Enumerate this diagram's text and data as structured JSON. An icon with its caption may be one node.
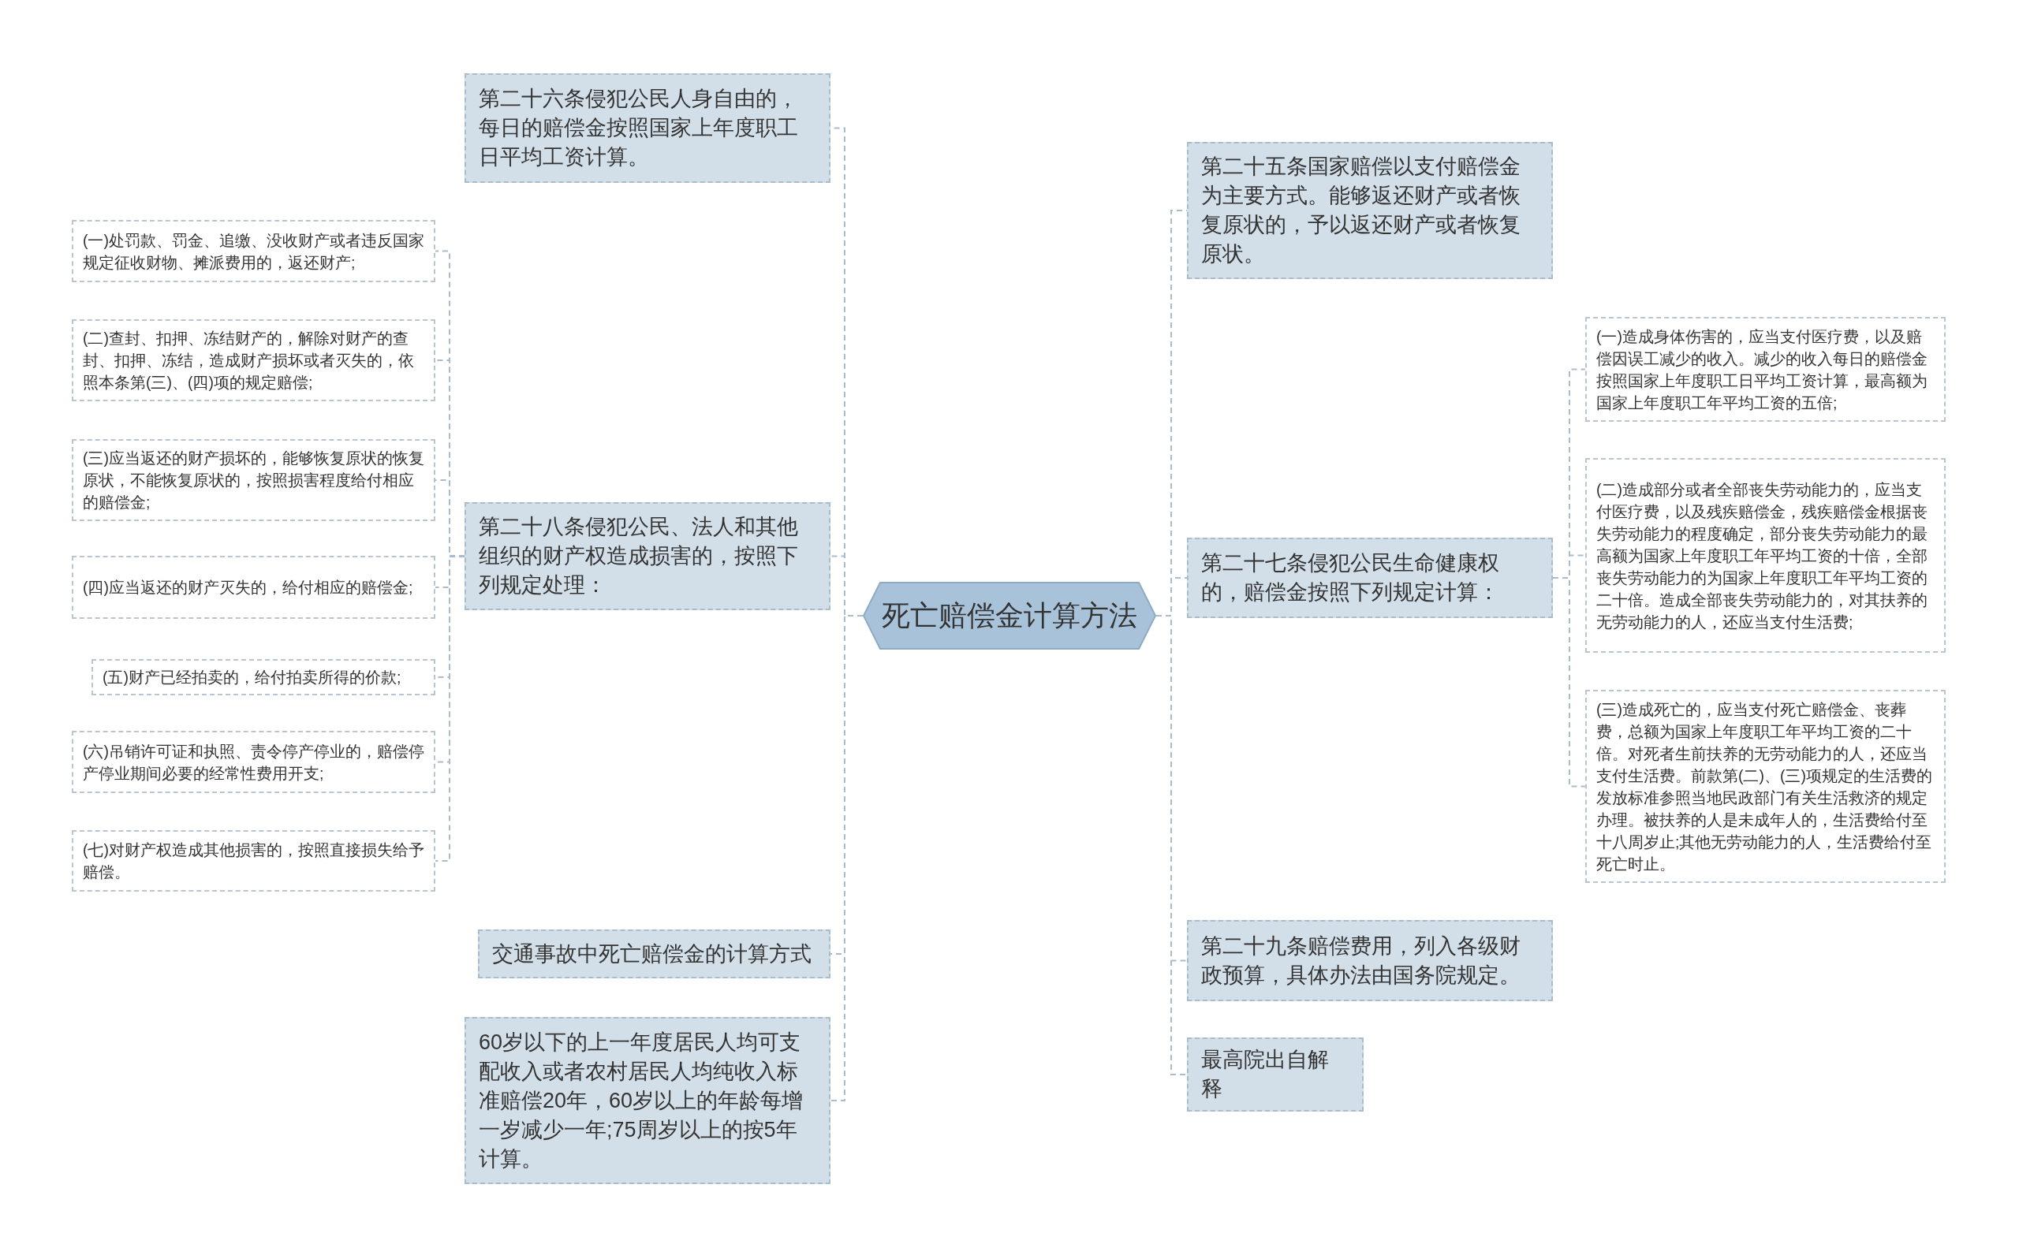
{
  "diagram": {
    "nodes": [
      {
        "text": [
          "死亡赔偿金计算方法"
        ]
      },
      {
        "text": [
          "第二十六条侵犯公民人身自由的，每日的赔偿金按照国家上年度职工日平均工资计算。"
        ]
      },
      {
        "text": [
          "第二十八条侵犯公民、法人和其他组织的财产权造成损害的，按照下列规定处理："
        ]
      },
      {
        "text": [
          "(一)处罚款、罚金、追缴、没收财产或者违反国家规定征收财物、摊派费用的，返还财产;"
        ]
      },
      {
        "text": [
          "(二)查封、扣押、冻结财产的，解除对财产的查封、扣押、冻结，造成财产损坏或者灭失的，依照本条第(三)、(四)项的规定赔偿;"
        ]
      },
      {
        "text": [
          "(三)应当返还的财产损坏的，能够恢复原状的恢复原状，不能恢复原状的，按照损害程度给付相应的赔偿金;"
        ]
      },
      {
        "text": [
          "(四)应当返还的财产灭失的，给付相应的赔偿金;"
        ]
      },
      {
        "text": [
          "(五)财产已经拍卖的，给付拍卖所得的价款;"
        ]
      },
      {
        "text": [
          "(六)吊销许可证和执照、责令停产停业的，赔偿停产停业期间必要的经常性费用开支;"
        ]
      },
      {
        "text": [
          "(七)对财产权造成其他损害的，按照直接损失给予赔偿。"
        ]
      },
      {
        "text": [
          "交通事故中死亡赔偿金的计算方式"
        ]
      },
      {
        "text": [
          "60岁以下的上一年度居民人均可支配收入或者农村居民人均纯收入标准赔偿20年，60岁以上的年龄每增一岁减少一年;75周岁以上的按5年计算。"
        ]
      },
      {
        "text": [
          "第二十五条国家赔偿以支付赔偿金为主要方式。能够返还财产或者恢复原状的，予以返还财产或者恢复原状。"
        ]
      },
      {
        "text": [
          "第二十七条侵犯公民生命健康权的，赔偿金按照下列规定计算："
        ]
      },
      {
        "text": [
          "(一)造成身体伤害的，应当支付医疗费，以及赔偿因误工减少的收入。减少的收入每日的赔偿金按照国家上年度职工日平均工资计算，最高额为国家上年度职工年平均工资的五倍;"
        ]
      },
      {
        "text": [
          "(二)造成部分或者全部丧失劳动能力的，应当支付医疗费，以及残疾赔偿金，残疾赔偿金根据丧失劳动能力的程度确定，部分丧失劳动能力的最高额为国家上年度职工年平均工资的十倍，全部丧失劳动能力的为国家上年度职工年平均工资的二十倍。造成全部丧失劳动能力的，对其扶养的无劳动能力的人，还应当支付生活费;"
        ]
      },
      {
        "text": [
          "(三)造成死亡的，应当支付死亡赔偿金、丧葬费，总额为国家上年度职工年平均工资的二十倍。对死者生前扶养的无劳动能力的人，还应当支付生活费。前款第(二)、(三)项规定的生活费的发放标准参照当地民政部门有关生活救济的规定办理。被扶养的人是未成年人的，生活费给付至十八周岁止;其他无劳动能力的人，生活费给付至死亡时止。"
        ]
      },
      {
        "text": [
          "第二十九条赔偿费用，列入各级财政预算，具体办法由国务院规定。"
        ]
      },
      {
        "text": [
          "最高院出自解释"
        ]
      }
    ],
    "edges": [
      {
        "from": 0,
        "to": 1,
        "arrow": "none"
      },
      {
        "from": 0,
        "to": 2,
        "arrow": "none"
      },
      {
        "from": 2,
        "to": 3,
        "arrow": "none"
      },
      {
        "from": 2,
        "to": 4,
        "arrow": "none"
      },
      {
        "from": 2,
        "to": 5,
        "arrow": "none"
      },
      {
        "from": 2,
        "to": 6,
        "arrow": "none"
      },
      {
        "from": 2,
        "to": 7,
        "arrow": "none"
      },
      {
        "from": 2,
        "to": 8,
        "arrow": "none"
      },
      {
        "from": 2,
        "to": 9,
        "arrow": "none"
      },
      {
        "from": 0,
        "to": 10,
        "arrow": "none"
      },
      {
        "from": 0,
        "to": 11,
        "arrow": "none"
      },
      {
        "from": 0,
        "to": 12,
        "arrow": "none"
      },
      {
        "from": 0,
        "to": 13,
        "arrow": "none"
      },
      {
        "from": 13,
        "to": 14,
        "arrow": "none"
      },
      {
        "from": 13,
        "to": 15,
        "arrow": "none"
      },
      {
        "from": 13,
        "to": 16,
        "arrow": "none"
      },
      {
        "from": 0,
        "to": 17,
        "arrow": "none"
      },
      {
        "from": 0,
        "to": 18,
        "arrow": "none"
      }
    ]
  }
}
